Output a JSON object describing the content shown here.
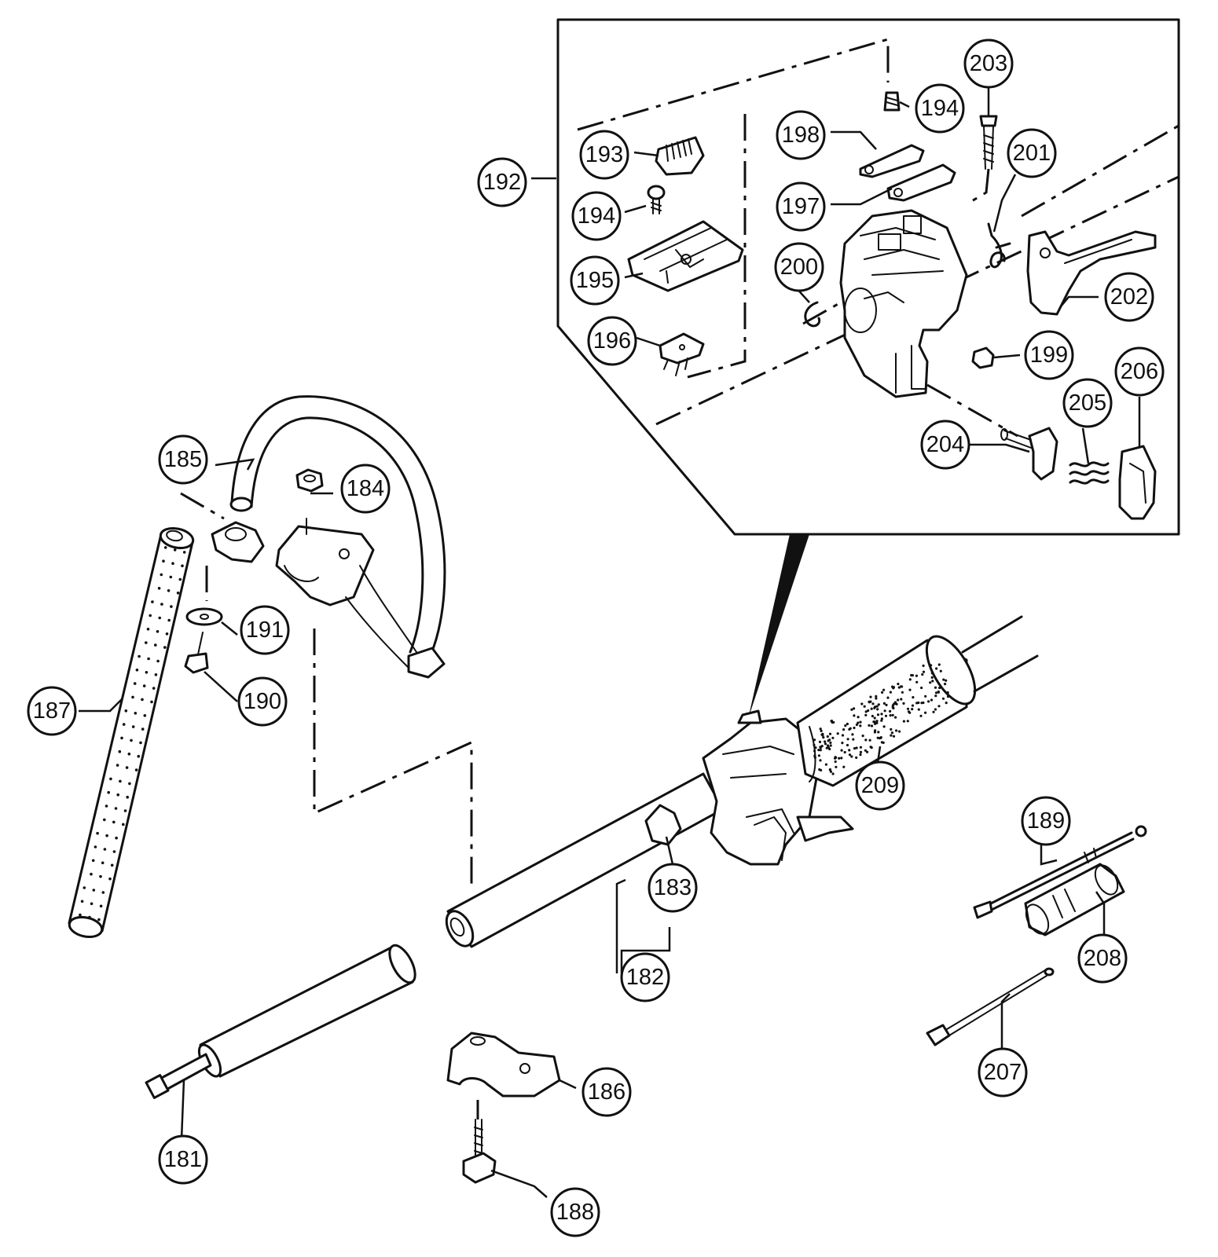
{
  "callouts": [
    {
      "id": "181",
      "label": "181"
    },
    {
      "id": "182",
      "label": "182"
    },
    {
      "id": "183",
      "label": "183"
    },
    {
      "id": "184",
      "label": "184"
    },
    {
      "id": "185",
      "label": "185"
    },
    {
      "id": "186",
      "label": "186"
    },
    {
      "id": "187",
      "label": "187"
    },
    {
      "id": "188",
      "label": "188"
    },
    {
      "id": "189",
      "label": "189"
    },
    {
      "id": "190",
      "label": "190"
    },
    {
      "id": "191",
      "label": "191"
    },
    {
      "id": "192",
      "label": "192"
    },
    {
      "id": "193",
      "label": "193"
    },
    {
      "id": "194a",
      "label": "194"
    },
    {
      "id": "194b",
      "label": "194"
    },
    {
      "id": "195",
      "label": "195"
    },
    {
      "id": "196",
      "label": "196"
    },
    {
      "id": "197",
      "label": "197"
    },
    {
      "id": "198",
      "label": "198"
    },
    {
      "id": "199",
      "label": "199"
    },
    {
      "id": "200",
      "label": "200"
    },
    {
      "id": "201",
      "label": "201"
    },
    {
      "id": "202",
      "label": "202"
    },
    {
      "id": "203",
      "label": "203"
    },
    {
      "id": "204",
      "label": "204"
    },
    {
      "id": "205",
      "label": "205"
    },
    {
      "id": "206",
      "label": "206"
    },
    {
      "id": "207",
      "label": "207"
    },
    {
      "id": "208",
      "label": "208"
    },
    {
      "id": "209",
      "label": "209"
    }
  ]
}
